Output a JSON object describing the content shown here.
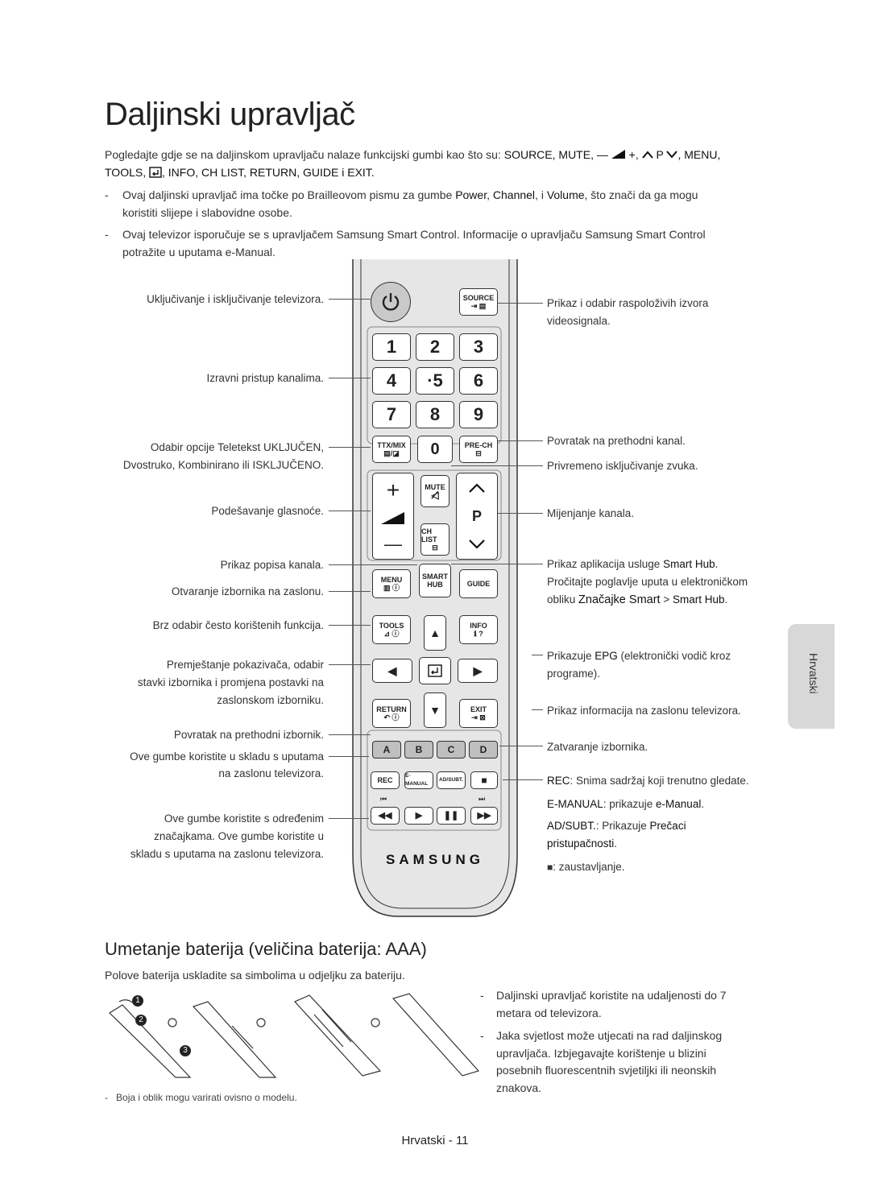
{
  "title": "Daljinski upravljač",
  "intro": {
    "line1_prefix": "Pogledajte gdje se na daljinskom upravljaču nalaze funkcijski gumbi kao što su: ",
    "line1_keys": "SOURCE, MUTE, ",
    "line1_vol": "—",
    "line1_plus": "+",
    "line1_p": "P",
    "line1_menu": ", MENU,",
    "line2": "TOOLS, ",
    "line2_rest": ", INFO, CH LIST, RETURN, GUIDE i EXIT."
  },
  "bullets": [
    {
      "dash": "-",
      "text_a": "Ovaj daljinski upravljač ima točke po Brailleovom pismu za gumbe ",
      "text_b": "Power",
      "text_c": ", ",
      "text_d": "Channel",
      "text_e": ", i ",
      "text_f": "Volume",
      "text_g": ", što znači da ga mogu",
      "text_h": "koristiti slijepe i slabovidne osobe."
    },
    {
      "dash": "-",
      "line1": "Ovaj televizor isporučuje se s upravljačem Samsung Smart Control. Informacije o upravljaču Samsung Smart Control",
      "line2": "potražite u uputama e-Manual."
    }
  ],
  "left_labels": {
    "power": "Uključivanje i isključivanje televizora.",
    "channels": "Izravni pristup kanalima.",
    "teletext1": "Odabir opcije Teletekst UKLJUČEN,",
    "teletext2": "Dvostruko, Kombinirano ili ISKLJUČENO.",
    "volume": "Podešavanje glasnoće.",
    "chlist": "Prikaz popisa kanala.",
    "menu": "Otvaranje izbornika na zaslonu.",
    "tools": "Brz odabir često korištenih funkcija.",
    "nav1": "Premještanje pokazivača, odabir",
    "nav2": "stavki izbornika i promjena postavki na",
    "nav3": "zaslonskom izborniku.",
    "return": "Povratak na prethodni izbornik.",
    "color1": "Ove gumbe koristite u skladu s uputama",
    "color2": "na zaslonu televizora.",
    "media1": "Ove gumbe koristite s određenim",
    "media2": "značajkama. Ove gumbe koristite u",
    "media3": "skladu s uputama na zaslonu televizora."
  },
  "right_labels": {
    "source1": "Prikaz i odabir raspoloživih izvora",
    "source2": "videosignala.",
    "prech": "Povratak na prethodni kanal.",
    "mute": "Privremeno isključivanje zvuka.",
    "channel": "Mijenjanje kanala.",
    "smarthub1": "Prikaz aplikacija usluge ",
    "smarthub1b": "Smart Hub",
    "smarthub1c": ".",
    "smarthub2": "Pročitajte poglavlje uputa u elektroničkom",
    "smarthub3a": "obliku ",
    "smarthub3b": "Značajke Smart",
    "smarthub3c": " > ",
    "smarthub3d": "Smart Hub",
    "smarthub3e": ".",
    "guide1a": "Prikazuje ",
    "guide1b": "EPG",
    "guide1c": " (elektronički vodič kroz",
    "guide2": "programe).",
    "info": "Prikaz informacija na zaslonu televizora.",
    "exit": "Zatvaranje izbornika.",
    "rec_a": "REC",
    "rec_b": ": Snima sadržaj koji trenutno gledate.",
    "emanual_a": "E-MANUAL",
    "emanual_b": ": prikazuje ",
    "emanual_c": "e-Manual",
    "emanual_d": ".",
    "adsubt_a": "AD/SUBT.",
    "adsubt_b": ": Prikazuje ",
    "adsubt_c": "Prečaci",
    "adsubt_d": "pristupačnosti",
    "adsubt_e": ".",
    "stop": ": zaustavljanje."
  },
  "remote": {
    "source": "SOURCE",
    "nums": [
      "1",
      "2",
      "3",
      "4",
      "·5",
      "6",
      "7",
      "8",
      "9"
    ],
    "ttx": "TTX/MIX",
    "zero": "0",
    "prech": "PRE-CH",
    "mute": "MUTE",
    "plus": "+",
    "minus": "—",
    "p": "P",
    "chlist": "CH LIST",
    "menu": "MENU",
    "smart": "SMART",
    "hub": "HUB",
    "guide": "GUIDE",
    "tools": "TOOLS",
    "info": "INFO",
    "return": "RETURN",
    "exit": "EXIT",
    "a": "A",
    "b": "B",
    "c": "C",
    "d": "D",
    "rec": "REC",
    "emanual": "E-MANUAL",
    "adsubt": "AD/SUBT.",
    "brand": "SAMSUNG",
    "colors": {
      "a": "#c8c8c8",
      "b": "#c8c8c8",
      "c": "#c8c8c8",
      "d": "#c8c8c8",
      "body": "#e6e6e6"
    }
  },
  "battery": {
    "heading": "Umetanje baterija (veličina baterija: AAA)",
    "instruction": "Polove baterija uskladite sa simbolima u odjeljku za bateriju.",
    "steps": [
      "1",
      "2",
      "3"
    ],
    "note": "Boja i oblik mogu varirati ovisno o modelu.",
    "note_dash": "-",
    "tips": [
      {
        "dash": "-",
        "l1": "Daljinski upravljač koristite na udaljenosti do 7",
        "l2": "metara od televizora."
      },
      {
        "dash": "-",
        "l1": "Jaka svjetlost može utjecati na rad daljinskog",
        "l2": "upravljača. Izbjegavajte korištenje u blizini",
        "l3": "posebnih fluorescentnih svjetiljki ili neonskih",
        "l4": "znakova."
      }
    ]
  },
  "side_tab": "Hrvatski",
  "footer": "Hrvatski - 11"
}
